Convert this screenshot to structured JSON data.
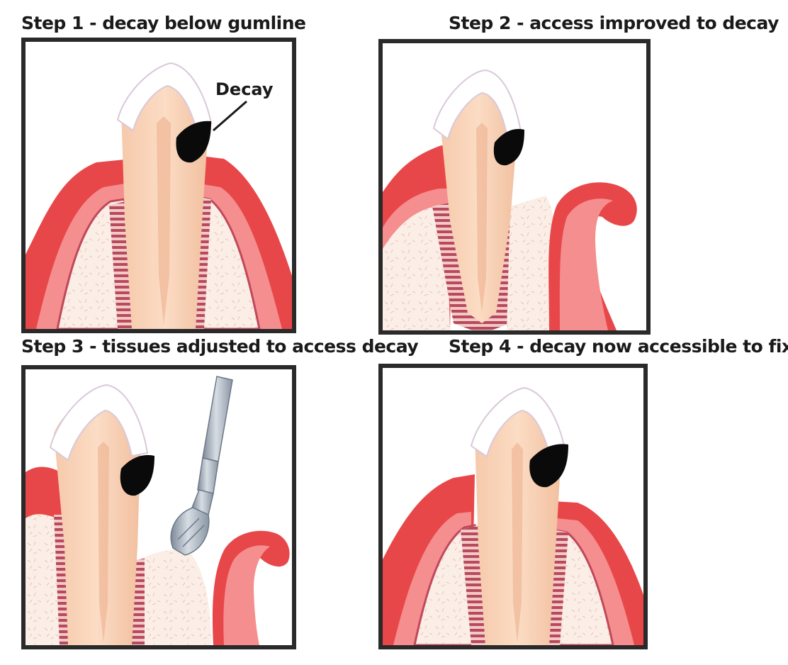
{
  "steps": [
    {
      "title": "Step 1 - decay below gumline",
      "callout": "Decay"
    },
    {
      "title": "Step 2 - access improved to decay"
    },
    {
      "title": "Step 3 - tissues adjusted to access decay"
    },
    {
      "title": "Step 4 - decay now accessible to fix"
    }
  ],
  "colors": {
    "gum": "#e8474a",
    "gum_light": "#f48c8c",
    "bone": "#fbeee6",
    "tooth": "#f8d3b8",
    "enamel": "#ffffff",
    "decay": "#0a0a0a",
    "ligament": "#b84a5a",
    "frame": "#2a2a2a",
    "instrument": "#9aa6b4"
  }
}
